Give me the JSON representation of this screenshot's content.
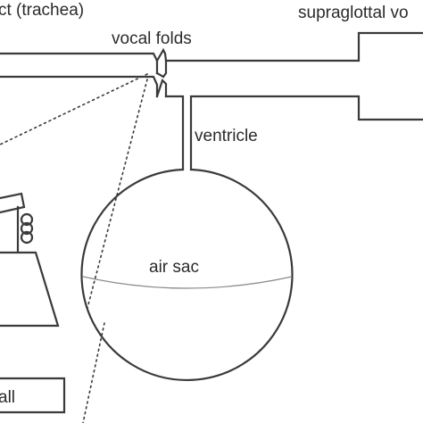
{
  "labels": {
    "trachea": "ct (trachea)",
    "supraglottal": "supraglottal vo",
    "vocal_folds": "vocal folds",
    "ventricle": "ventricle",
    "air_sac": "air sac",
    "bottom_left": "all"
  },
  "colors": {
    "line": "#3a3a3a",
    "equator": "#8a8a8a",
    "text": "#2b2b2b",
    "background": "#ffffff"
  }
}
